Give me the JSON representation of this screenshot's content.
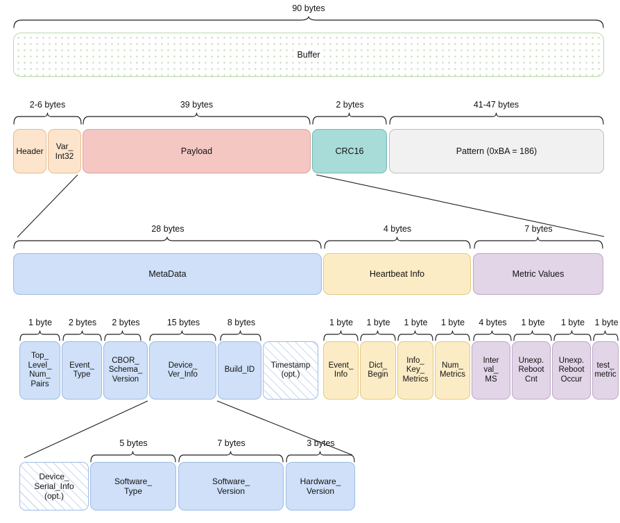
{
  "diagram": {
    "title": "Buffer packet layout",
    "colors": {
      "buffer_green": "#b6d7a8",
      "orange": "#fde5cd",
      "pink": "#f4c7c3",
      "teal": "#a8dcd9",
      "gray": "#f1f1f1",
      "blue": "#cfe0f8",
      "yellow": "#fcecc6",
      "purple": "#e1d5e7"
    }
  },
  "row_buffer": {
    "size_label": "90 bytes",
    "field": {
      "label": "Buffer"
    }
  },
  "row_packet": {
    "sizes": [
      "2-6 bytes",
      "39 bytes",
      "2 bytes",
      "41-47 bytes"
    ],
    "fields": [
      {
        "label": "Header"
      },
      {
        "label": "Var_\nInt32"
      },
      {
        "label": "Payload"
      },
      {
        "label": "CRC16"
      },
      {
        "label": "Pattern (0xBA = 186)"
      }
    ]
  },
  "row_payload": {
    "sizes": [
      "28 bytes",
      "4 bytes",
      "7 bytes"
    ],
    "fields": [
      {
        "label": "MetaData"
      },
      {
        "label": "Heartbeat Info"
      },
      {
        "label": "Metric Values"
      }
    ]
  },
  "row_fields": {
    "sizes": [
      "1 byte",
      "2 bytes",
      "2 bytes",
      "15 bytes",
      "8 bytes",
      "1 byte",
      "1 byte",
      "1 byte",
      "1 byte",
      "4 bytes",
      "1 byte",
      "1 byte",
      "1 byte"
    ],
    "fields": [
      {
        "label": "Top_\nLevel_\nNum_\nPairs"
      },
      {
        "label": "Event_\nType"
      },
      {
        "label": "CBOR_\nSchema_\nVersion"
      },
      {
        "label": "Device_\nVer_Info"
      },
      {
        "label": "Build_ID"
      },
      {
        "label": "Timestamp\n(opt.)"
      },
      {
        "label": "Event_\nInfo"
      },
      {
        "label": "Dict_\nBegin"
      },
      {
        "label": "Info_\nKey_\nMetrics"
      },
      {
        "label": "Num_\nMetrics"
      },
      {
        "label": "Inter\nval_\nMS"
      },
      {
        "label": "Unexp.\nReboot\nCnt"
      },
      {
        "label": "Unexp.\nReboot\nOccur"
      },
      {
        "label": "test_\nmetric"
      }
    ]
  },
  "row_device": {
    "sizes": [
      "5 bytes",
      "7 bytes",
      "3 bytes"
    ],
    "fields": [
      {
        "label": "Device_\nSerial_Info\n(opt.)"
      },
      {
        "label": "Software_\nType"
      },
      {
        "label": "Software_\nVersion"
      },
      {
        "label": "Hardware_\nVersion"
      }
    ]
  }
}
